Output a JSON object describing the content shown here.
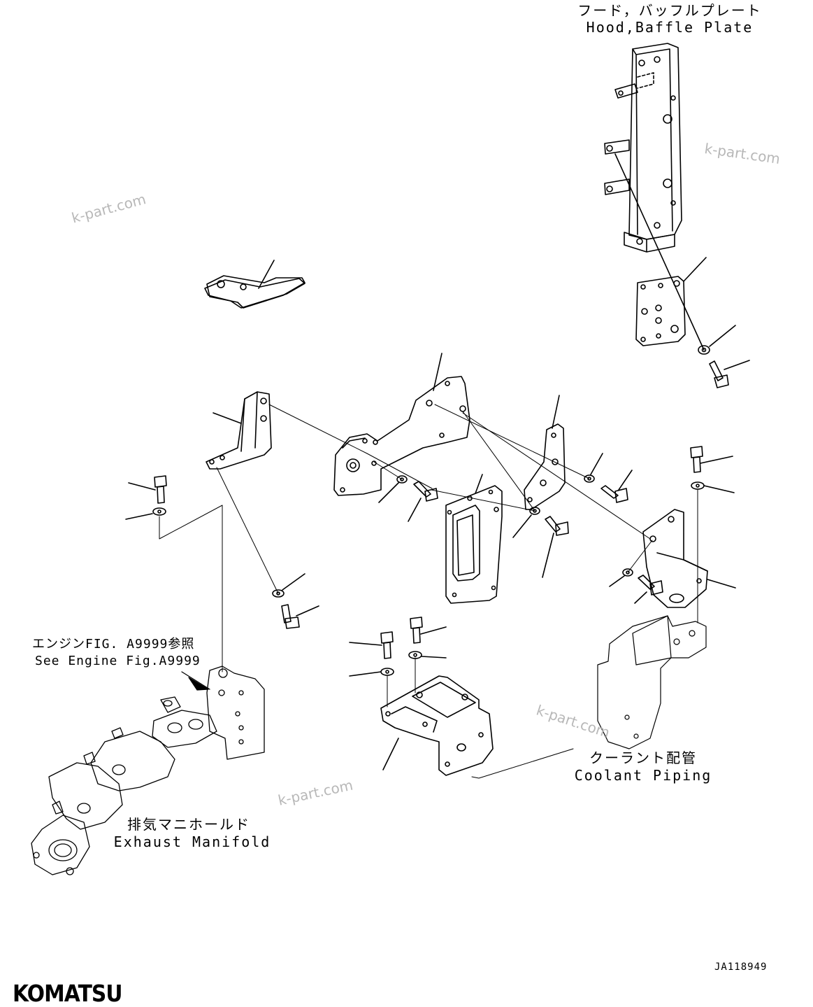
{
  "labels": {
    "hood_jp": "フード，バッフルプレート",
    "hood_en": "Hood,Baffle Plate",
    "engine_jp": "エンジンFIG. A9999参照",
    "engine_en": "See Engine Fig.A9999",
    "coolant_jp": "クーラント配管",
    "coolant_en": "Coolant Piping",
    "exhaust_jp": "排気マニホールド",
    "exhaust_en": "Exhaust Manifold"
  },
  "watermarks": [
    "k-part.com",
    "k-part.com",
    "k-part.com",
    "k-part.com"
  ],
  "drawing_code": "JA118949",
  "brand": "KOMATSU"
}
